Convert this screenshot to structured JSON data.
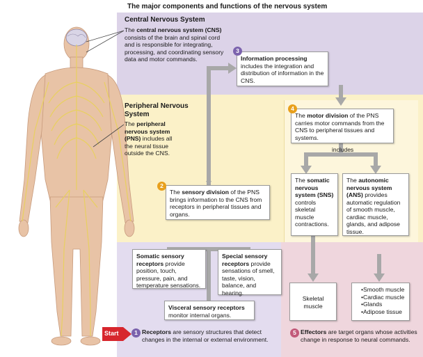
{
  "title": "The major components and functions of the nervous system",
  "cns": {
    "heading": "Central Nervous System",
    "text_pre": "The ",
    "text_bold": "central nervous system (CNS)",
    "text_post": " consists of the brain and spinal cord and is responsible for integrating, processing, and coordinating sensory data and motor commands."
  },
  "pns": {
    "heading": "Peripheral Nervous System",
    "text_pre": "The ",
    "text_bold": "peripheral nervous system (PNS)",
    "text_post": " includes all the neural tissue outside the CNS."
  },
  "steps": {
    "s1": {
      "num": "1",
      "bold": "Receptors",
      "text": " are sensory structures that detect changes in the internal or external environment."
    },
    "s2": {
      "num": "2",
      "pre": "The ",
      "bold": "sensory division",
      "text": " of the PNS brings information to the CNS from receptors in peripheral tissues and organs."
    },
    "s3": {
      "num": "3",
      "bold": "Information processing",
      "text": " includes the integration and distribution of information in the CNS."
    },
    "s4": {
      "num": "4",
      "pre": "The ",
      "bold": "motor division",
      "text": " of the PNS carries motor commands from the CNS to peripheral tissues and systems."
    },
    "s5": {
      "num": "5",
      "bold": "Effectors",
      "text": " are target organs whose activities change in response to neural commands."
    }
  },
  "includes_label": "includes",
  "sns": {
    "pre": "The ",
    "bold": "somatic nervous system (SNS)",
    "text": " controls skeletal muscle contractions."
  },
  "ans": {
    "pre": "The ",
    "bold": "autonomic nervous system (ANS)",
    "text": " provides automatic regulation of smooth muscle, cardiac muscle, glands, and adipose tissue."
  },
  "somatic_receptors": {
    "bold": "Somatic sensory receptors",
    "text": " provide position, touch, pressure, pain, and temperature sensations."
  },
  "special_receptors": {
    "bold": "Special sensory receptors",
    "text": " provide sensations of smell, taste, vision, balance, and hearing."
  },
  "visceral_receptors": {
    "bold": "Visceral sensory receptors",
    "text": " monitor internal organs."
  },
  "skeletal_muscle": "Skeletal muscle",
  "effector_list": [
    "Smooth muscle",
    "Cardiac muscle",
    "Glands",
    "Adipose tissue"
  ],
  "start_label": "Start",
  "colors": {
    "cns_panel": "#dcd3e8",
    "pns_panel": "#fbf1c8",
    "motor_panel": "#fdf6dc",
    "receptor_panel": "#e3dcef",
    "effector_panel": "#efd6dd",
    "arrow": "#a8a8a8",
    "step_purple": "#7b62ad",
    "step_orange": "#e8a01d",
    "step_pink": "#c25a7a",
    "start_red": "#d7262d"
  }
}
